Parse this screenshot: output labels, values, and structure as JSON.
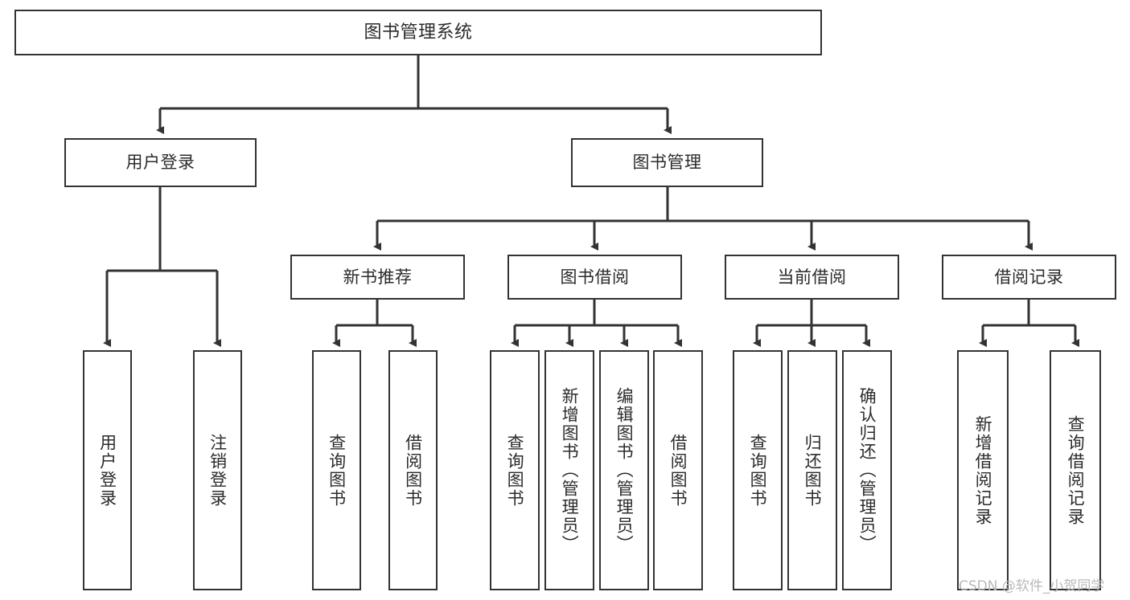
{
  "diagram": {
    "title": "图书管理系统",
    "type": "tree",
    "watermark": "CSDN @软件_小贺同学",
    "colors": {
      "border": "#333333",
      "text": "#2b2b2b",
      "background": "#ffffff",
      "watermark": "#b9b9b9"
    },
    "nodes": {
      "root": {
        "label": "图书管理系统"
      },
      "level2": [
        {
          "label": "用户登录"
        },
        {
          "label": "图书管理"
        }
      ],
      "level3": [
        {
          "label": "新书推荐"
        },
        {
          "label": "图书借阅"
        },
        {
          "label": "当前借阅"
        },
        {
          "label": "借阅记录"
        }
      ],
      "leaves_user_login": [
        {
          "label": "用户登录"
        },
        {
          "label": "注销登录"
        }
      ],
      "leaves_new_book": [
        {
          "label": "查询图书"
        },
        {
          "label": "借阅图书"
        }
      ],
      "leaves_borrow": [
        {
          "label": "查询图书"
        },
        {
          "label": "新增图书（管理员）"
        },
        {
          "label": "编辑图书（管理员）"
        },
        {
          "label": "借阅图书"
        }
      ],
      "leaves_current": [
        {
          "label": "查询图书"
        },
        {
          "label": "归还图书"
        },
        {
          "label": "确认归还（管理员）"
        }
      ],
      "leaves_record": [
        {
          "label": "新增借阅记录"
        },
        {
          "label": "查询借阅记录"
        }
      ]
    }
  }
}
